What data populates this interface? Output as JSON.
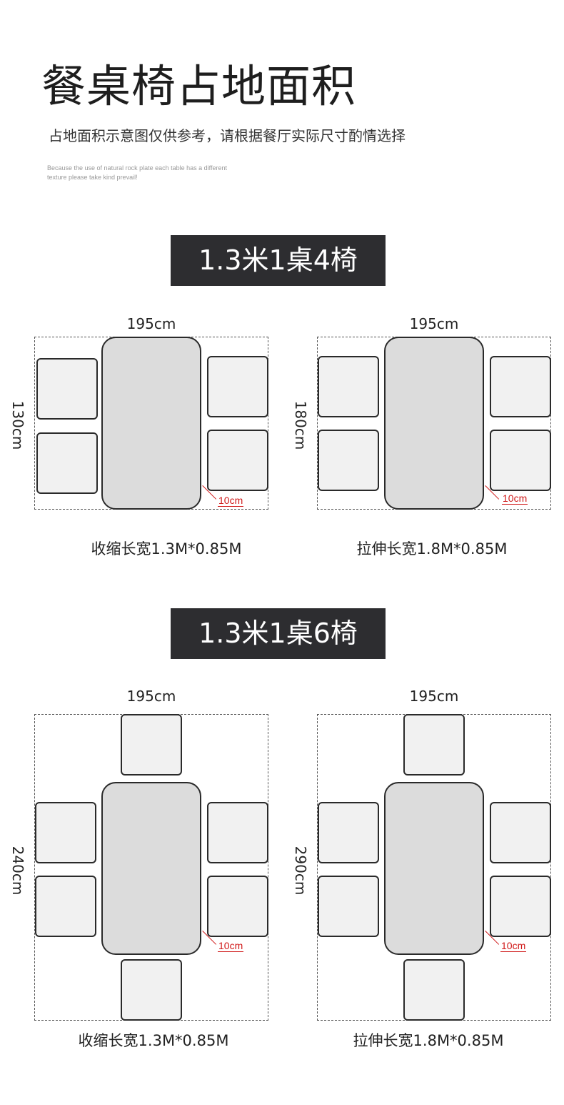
{
  "header": {
    "title": "餐桌椅占地面积",
    "subtitle": "占地面积示意图仅供参考，请根据餐厅实际尺寸酌情选择",
    "note_line1": "Because the use of natural rock plate each table has a different",
    "note_line2": "texture please take kind prevail!"
  },
  "sections": [
    {
      "heading": "1.3米1桌4椅",
      "diagrams": [
        {
          "width_label": "195cm",
          "depth_label": "130cm",
          "gap_label": "10cm",
          "caption": "收缩长宽1.3M*0.85M"
        },
        {
          "width_label": "195cm",
          "depth_label": "180cm",
          "gap_label": "10cm",
          "caption": "拉伸长宽1.8M*0.85M"
        }
      ]
    },
    {
      "heading": "1.3米1桌6椅",
      "diagrams": [
        {
          "width_label": "195cm",
          "depth_label": "240cm",
          "gap_label": "10cm",
          "caption": "收缩长宽1.3M*0.85M"
        },
        {
          "width_label": "195cm",
          "depth_label": "290cm",
          "gap_label": "10cm",
          "caption": "拉伸长宽1.8M*0.85M"
        }
      ]
    }
  ],
  "colors": {
    "banner_bg": "#2d2d30",
    "table_fill": "#dcdcdc",
    "chair_fill": "#f1f1f1",
    "gap_accent": "#d01818"
  }
}
